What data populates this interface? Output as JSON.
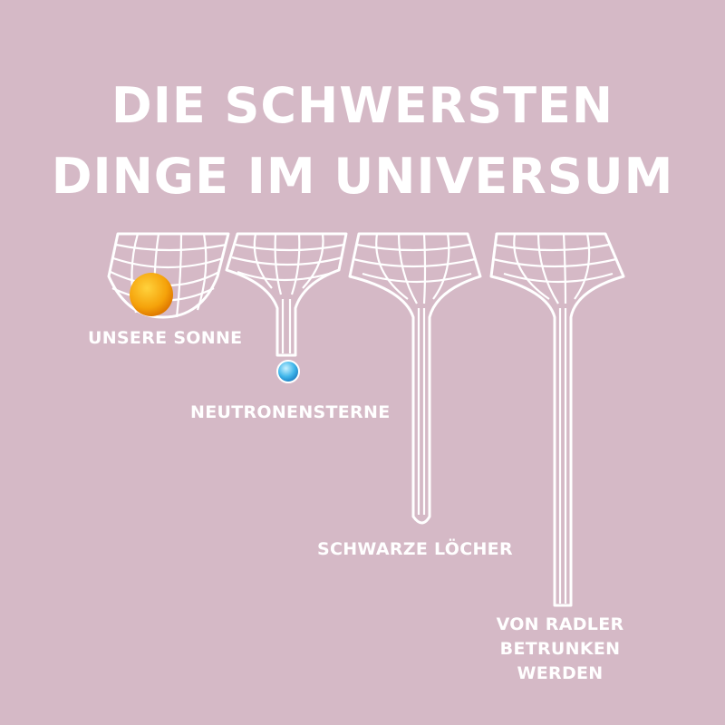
{
  "title": {
    "line1": "DIE SCHWERSTEN",
    "line2": "DINGE IM UNIVERSUM"
  },
  "items": [
    {
      "label": "UNSERE SONNE",
      "color": "#f5a20a"
    },
    {
      "label": "NEUTRONENSTERNE",
      "color": "#3fb6ea"
    },
    {
      "label": "SCHWARZE LÖCHER"
    },
    {
      "lines": [
        "VON RADLER",
        "BETRUNKEN",
        "WERDEN"
      ]
    }
  ],
  "colors": {
    "background": "#d5b9c6",
    "foreground": "#ffffff"
  }
}
